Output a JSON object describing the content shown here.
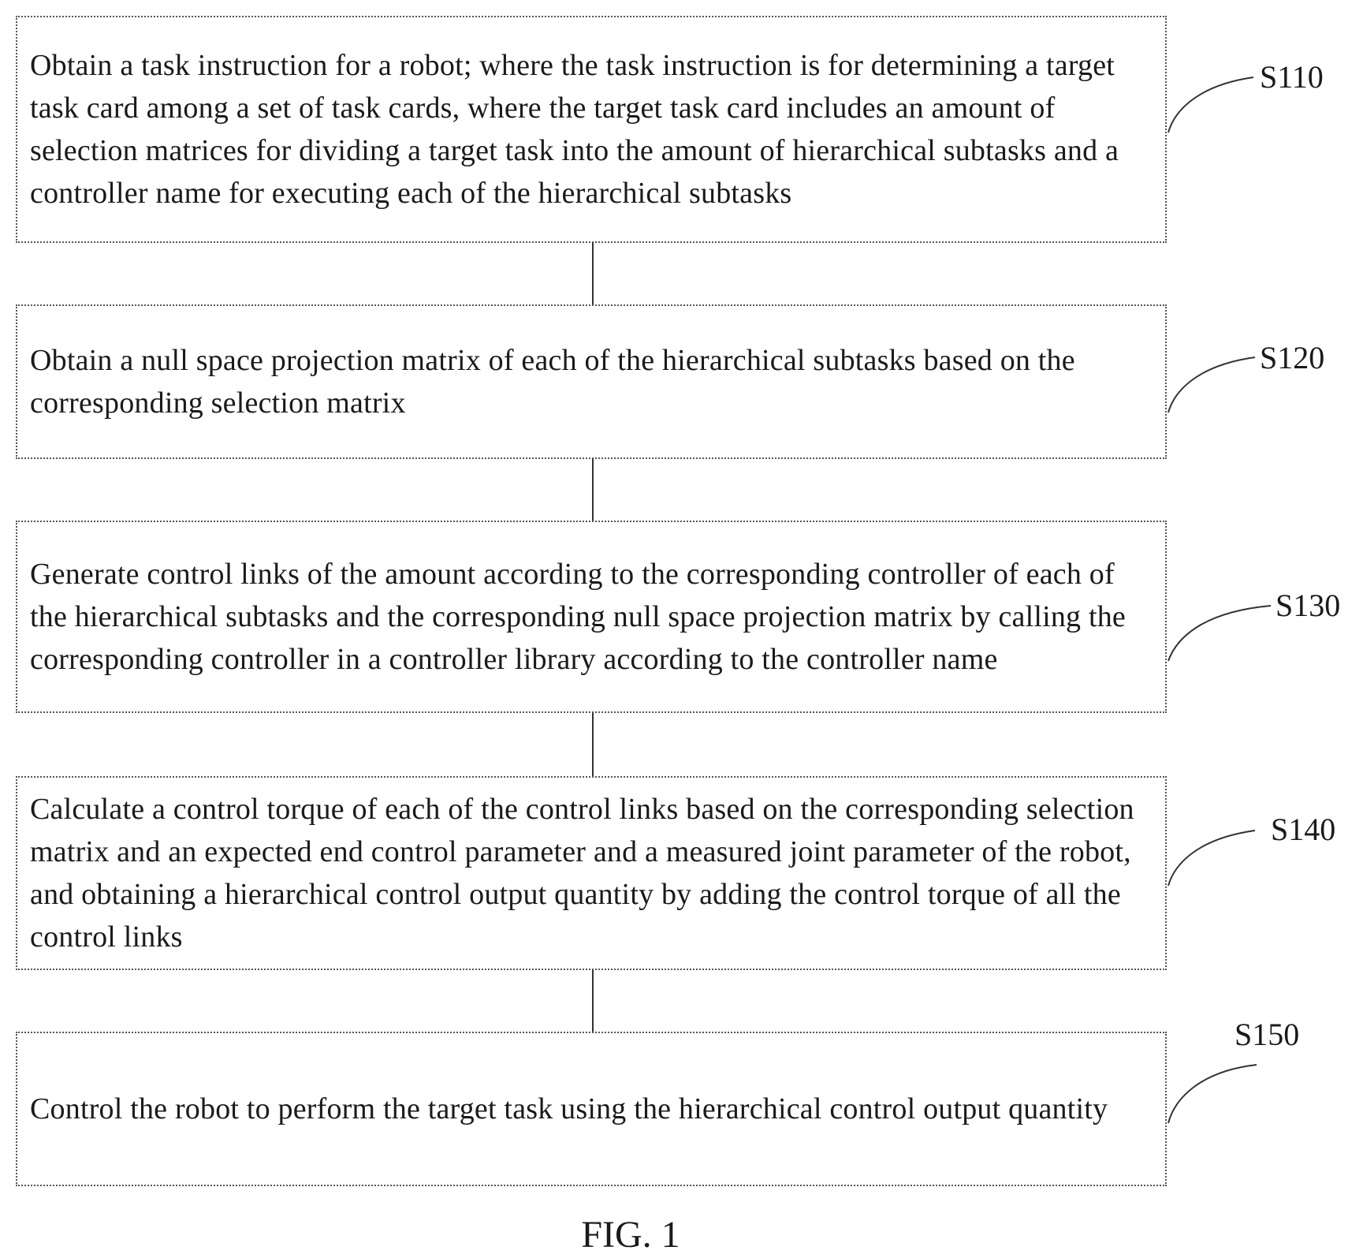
{
  "steps": [
    {
      "label": "S110",
      "text": "Obtain a task instruction for a robot; where the task instruction is for determining a target task card among a set of task cards, where the target task card includes an amount of selection matrices for dividing a target task into the amount of hierarchical subtasks and a controller name for executing each of the hierarchical subtasks"
    },
    {
      "label": "S120",
      "text": "Obtain a null space projection matrix of each of the hierarchical subtasks based on the corresponding selection matrix"
    },
    {
      "label": "S130",
      "text": "Generate control links of the amount according to the corresponding controller of each of the hierarchical subtasks and the corresponding null space projection matrix by calling the corresponding controller in a controller library according to the controller name"
    },
    {
      "label": "S140",
      "text": "Calculate a control torque of each of the control links based on the corresponding selection matrix and an expected end control parameter and a measured joint parameter of the robot, and obtaining a hierarchical control output quantity by adding the control torque of all the control links"
    },
    {
      "label": "S150",
      "text": "Control the robot to perform the target task using the hierarchical control output quantity"
    }
  ],
  "caption": "FIG. 1"
}
